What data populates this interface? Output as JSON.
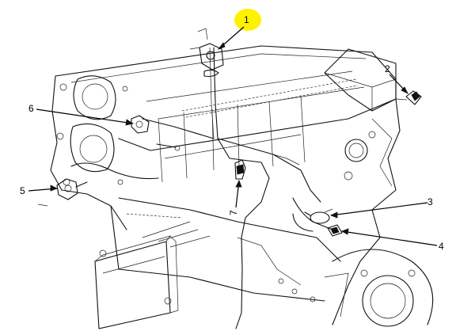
{
  "callouts": [
    {
      "id": "1",
      "label": "1",
      "highlighted": true
    },
    {
      "id": "2",
      "label": "2",
      "highlighted": false
    },
    {
      "id": "3",
      "label": "3",
      "highlighted": false
    },
    {
      "id": "4",
      "label": "4",
      "highlighted": false
    },
    {
      "id": "5",
      "label": "5",
      "highlighted": false
    },
    {
      "id": "6",
      "label": "6",
      "highlighted": false
    },
    {
      "id": "7",
      "label": "7",
      "highlighted": false
    }
  ],
  "colors": {
    "highlight": "#fff200",
    "line": "#111111",
    "background": "#ffffff"
  }
}
